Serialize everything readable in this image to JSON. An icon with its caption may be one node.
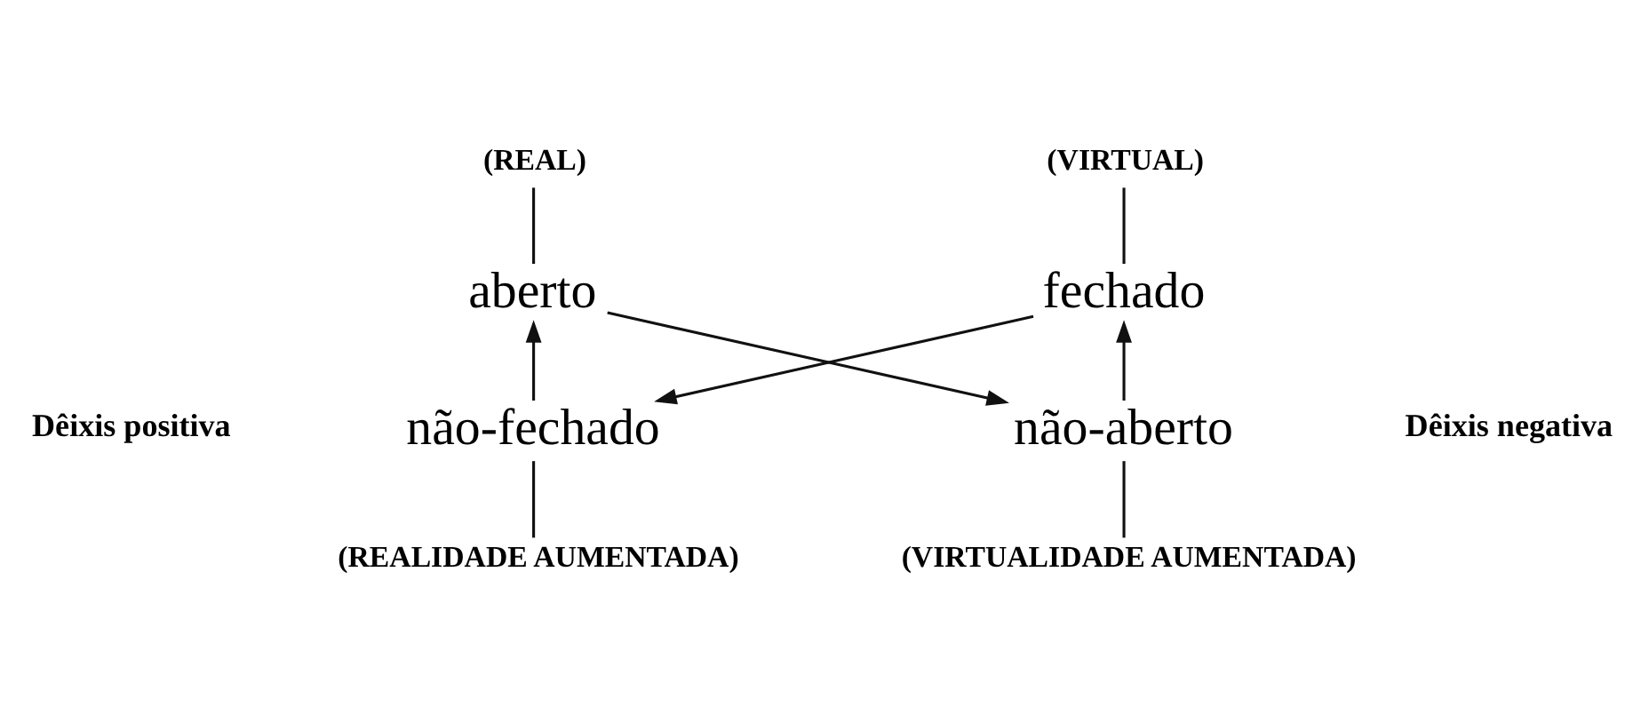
{
  "diagram": {
    "nodes": [
      {
        "text": [
          "(REAL)"
        ]
      },
      {
        "text": [
          "(VIRTUAL)"
        ]
      },
      {
        "text": [
          "aberto"
        ]
      },
      {
        "text": [
          "fechado"
        ]
      },
      {
        "text": [
          "não-fechado"
        ]
      },
      {
        "text": [
          "não-aberto"
        ]
      },
      {
        "text": [
          "(REALIDADE AUMENTADA)"
        ]
      },
      {
        "text": [
          "(VIRTUALIDADE AUMENTADA)"
        ]
      }
    ],
    "edges": [
      {
        "from": 2,
        "to": 0,
        "arrow": "none"
      },
      {
        "from": 4,
        "to": 2,
        "arrow": "to"
      },
      {
        "from": 6,
        "to": 4,
        "arrow": "none"
      },
      {
        "from": 3,
        "to": 1,
        "arrow": "none"
      },
      {
        "from": 5,
        "to": 3,
        "arrow": "to"
      },
      {
        "from": 7,
        "to": 5,
        "arrow": "none"
      },
      {
        "from": 2,
        "to": 5,
        "arrow": "to"
      },
      {
        "from": 3,
        "to": 4,
        "arrow": "to"
      }
    ],
    "labels": [
      "Dêixis positiva",
      "Dêixis negativa"
    ]
  }
}
